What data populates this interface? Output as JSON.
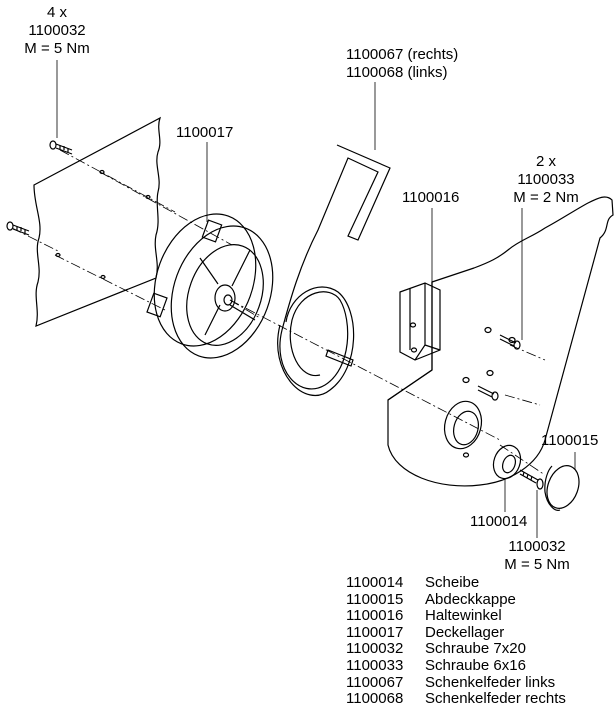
{
  "callouts": {
    "top_left_screws": {
      "qty": "4 x",
      "part": "1100032",
      "torque": "M = 5 Nm"
    },
    "bearing": "1100017",
    "spring_right": "1100067 (rechts)",
    "spring_left": "1100068 (links)",
    "plate_screws": {
      "qty": "2 x",
      "part": "1100033",
      "torque": "M = 2 Nm"
    },
    "bracket": "1100016",
    "cap": "1100015",
    "washer": "1100014",
    "center_screw": {
      "part": "1100032",
      "torque": "M = 5 Nm"
    }
  },
  "legend": [
    {
      "code": "1100014",
      "name": "Scheibe"
    },
    {
      "code": "1100015",
      "name": "Abdeckkappe"
    },
    {
      "code": "1100016",
      "name": "Haltewinkel"
    },
    {
      "code": "1100017",
      "name": "Deckellager"
    },
    {
      "code": "1100032",
      "name": "Schraube 7x20"
    },
    {
      "code": "1100033",
      "name": "Schraube 6x16"
    },
    {
      "code": "1100067",
      "name": "Schenkelfeder links"
    },
    {
      "code": "1100068",
      "name": "Schenkelfeder rechts"
    }
  ]
}
